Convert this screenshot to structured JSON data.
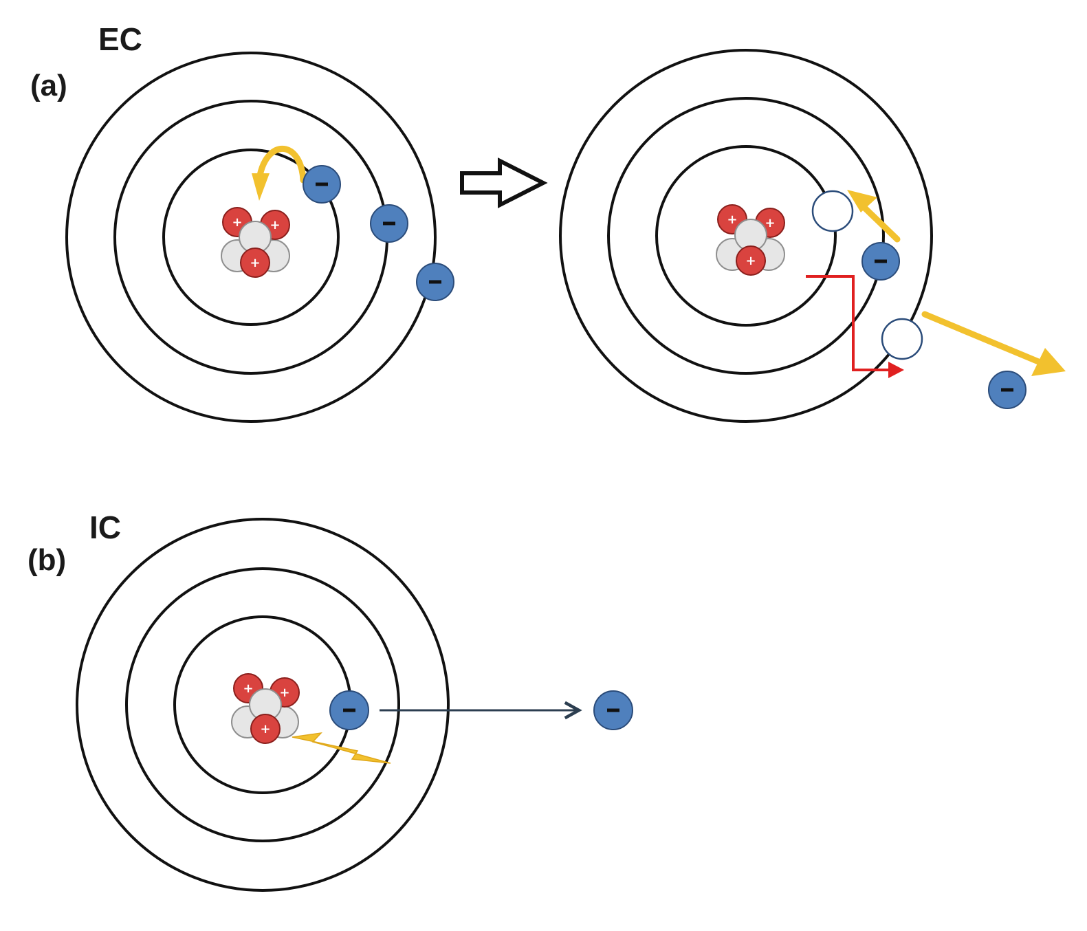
{
  "labels": {
    "ec": "EC",
    "a": "(a)",
    "ic": "IC",
    "b": "(b)"
  },
  "symbols": {
    "electron_sign": "−",
    "proton_sign": "+"
  },
  "colors": {
    "electron": "#4f80bd",
    "proton": "#d9433f",
    "neutron": "#e6e6e6",
    "yellow_arrow": "#f2c12e",
    "red_arrow": "#e02020",
    "ic_arrow": "#2c3e50"
  },
  "icons": {
    "process_arrow": "hollow-right-arrow-icon",
    "gamma_flash": "lightning-bolt-icon"
  }
}
